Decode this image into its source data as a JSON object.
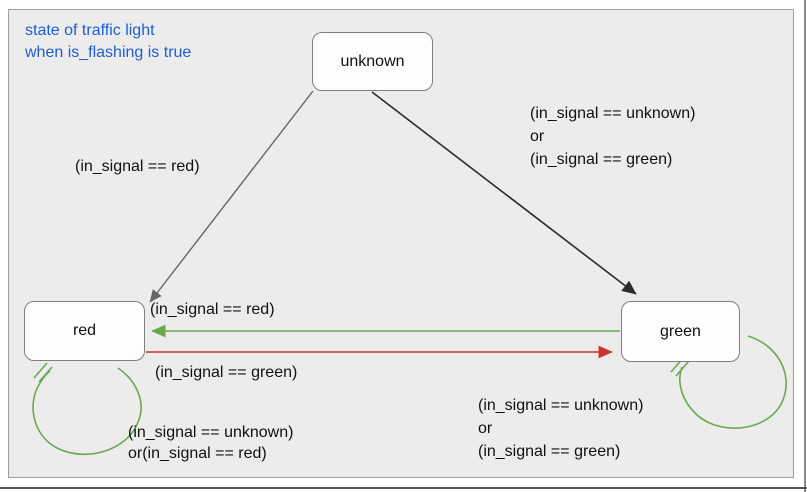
{
  "title": "state of traffic light\nwhen is_flashing is true",
  "colors": {
    "title_blue": "#1f5ed1",
    "edge_green": "#6aa84f",
    "edge_red": "#cc352b",
    "edge_black": "#2b2b2b",
    "edge_gray": "#666666",
    "panel_bg": "#ececec",
    "panel_border": "#9e9e9e",
    "node_border": "#7f7f7f",
    "node_bg": "#fdfdfd",
    "label_text": "#111111"
  },
  "states": [
    {
      "id": "unknown",
      "label": "unknown"
    },
    {
      "id": "red",
      "label": "red"
    },
    {
      "id": "green",
      "label": "green"
    }
  ],
  "transition_labels": {
    "unknown_to_red": "(in_signal == red)",
    "unknown_to_green": "(in_signal == unknown)\nor\n(in_signal == green)",
    "green_to_red": "(in_signal == red)",
    "red_to_green": "(in_signal == green)",
    "red_self": "(in_signal == unknown)\nor(in_signal == red)",
    "green_self": "(in_signal == unknown)\nor\n(in_signal == green)"
  }
}
